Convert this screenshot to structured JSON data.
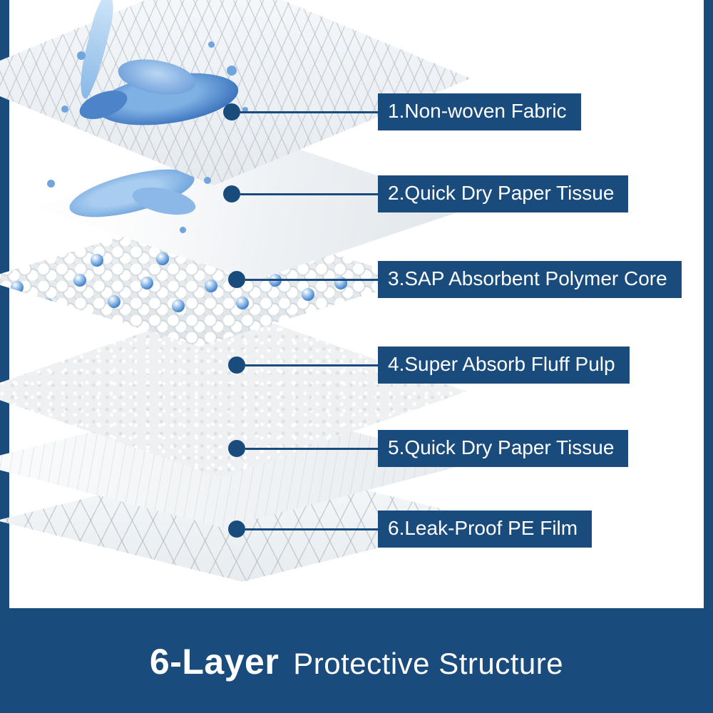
{
  "banner": {
    "bold": "6-Layer",
    "rest": "Protective Structure"
  },
  "colors": {
    "navy": "#1a4b7d",
    "water_blue": "#4a86cc"
  },
  "layers": [
    {
      "label": "1.Non-woven Fabric"
    },
    {
      "label": "2.Quick Dry Paper Tissue"
    },
    {
      "label": "3.SAP Absorbent Polymer Core"
    },
    {
      "label": "4.Super Absorb Fluff Pulp"
    },
    {
      "label": "5.Quick Dry Paper Tissue"
    },
    {
      "label": "6.Leak-Proof PE Film"
    }
  ]
}
